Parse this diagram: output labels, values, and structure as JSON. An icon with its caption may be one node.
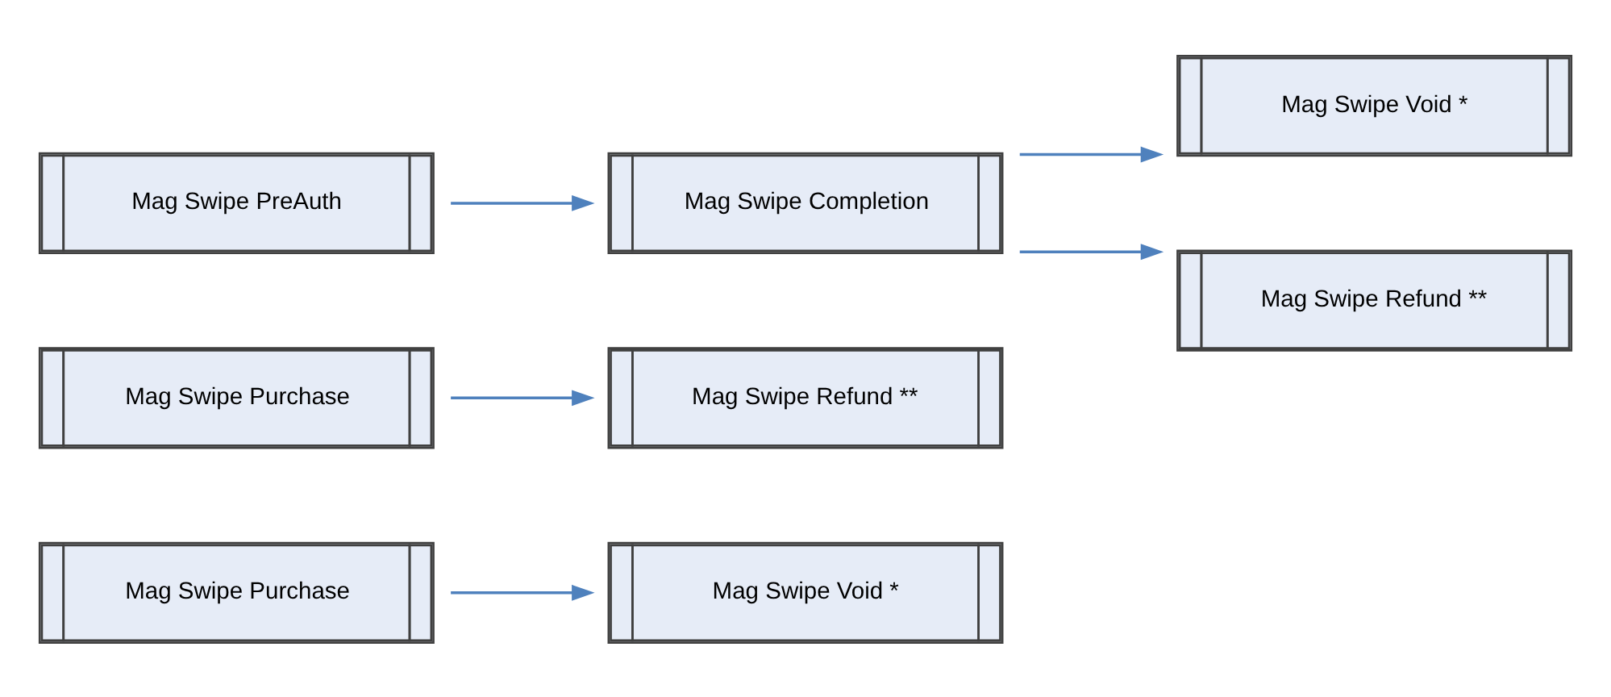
{
  "diagram": {
    "nodes": [
      {
        "text": [
          "Mag Swipe Purchase"
        ]
      },
      {
        "text": [
          "Mag Swipe Void *"
        ]
      },
      {
        "text": [
          "Mag Swipe Purchase"
        ]
      },
      {
        "text": [
          "Mag Swipe Refund **"
        ]
      },
      {
        "text": [
          "Mag Swipe PreAuth"
        ]
      },
      {
        "text": [
          "Mag Swipe Completion"
        ]
      },
      {
        "text": [
          "Mag Swipe Void *"
        ]
      },
      {
        "text": [
          "Mag Swipe Refund **"
        ]
      }
    ],
    "edges": [
      {
        "from": 0,
        "to": 1,
        "arrow": "to"
      },
      {
        "from": 2,
        "to": 3,
        "arrow": "to"
      },
      {
        "from": 4,
        "to": 5,
        "arrow": "to"
      },
      {
        "from": 5,
        "to": 6,
        "arrow": "to"
      },
      {
        "from": 5,
        "to": 7,
        "arrow": "to"
      }
    ]
  }
}
